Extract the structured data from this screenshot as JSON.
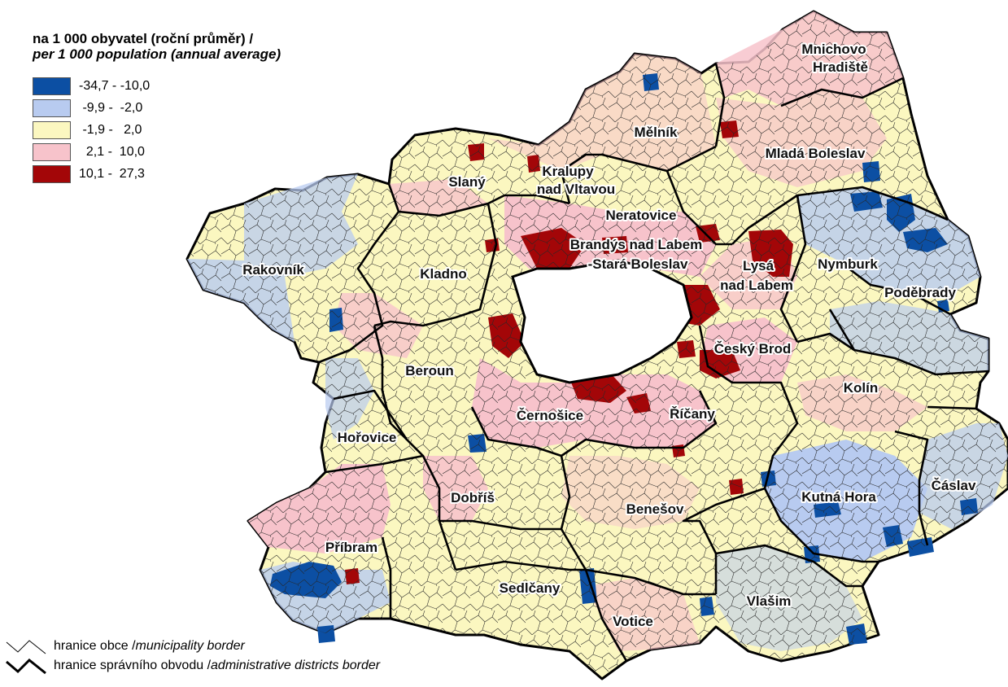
{
  "legend": {
    "title_cz": "na 1 000 obyvatel (roční průměr) /",
    "title_en": "per 1 000 population (annual average)",
    "classes": [
      {
        "label": "-34,7 - -10,0",
        "color": "#0c4fa3"
      },
      {
        "label": " -9,9 -  -2,0",
        "color": "#b8cbf0"
      },
      {
        "label": " -1,9 -   2,0",
        "color": "#fbf7c0"
      },
      {
        "label": "  2,1 -  10,0",
        "color": "#f7c3cb"
      },
      {
        "label": "10,1 -  27,3",
        "color": "#a30608"
      }
    ]
  },
  "borders": {
    "municipality_cz": "hranice obce / ",
    "municipality_en": "municipality border",
    "district_cz": "hranice správního obvodu / ",
    "district_en": "administrative districts border"
  },
  "districts": [
    {
      "name": "Mnichovo"
    },
    {
      "name": "Hradiště"
    },
    {
      "name": "Mělník"
    },
    {
      "name": "Mladá Boleslav"
    },
    {
      "name": "Slaný"
    },
    {
      "name": "Kralupy"
    },
    {
      "name": "nad Vltavou"
    },
    {
      "name": "Neratovice"
    },
    {
      "name": "Brandýs nad Labem"
    },
    {
      "name": "-Stará Boleslav"
    },
    {
      "name": "Lysá"
    },
    {
      "name": "nad Labem"
    },
    {
      "name": "Nymburk"
    },
    {
      "name": "Rakovník"
    },
    {
      "name": "Kladno"
    },
    {
      "name": "Poděbrady"
    },
    {
      "name": "Beroun"
    },
    {
      "name": "Český Brod"
    },
    {
      "name": "Kolín"
    },
    {
      "name": "Černošice"
    },
    {
      "name": "Říčany"
    },
    {
      "name": "Hořovice"
    },
    {
      "name": "Dobříš"
    },
    {
      "name": "Benešov"
    },
    {
      "name": "Kutná Hora"
    },
    {
      "name": "Čáslav"
    },
    {
      "name": "Příbram"
    },
    {
      "name": "Sedlčany"
    },
    {
      "name": "Vlašim"
    },
    {
      "name": "Votice"
    }
  ]
}
